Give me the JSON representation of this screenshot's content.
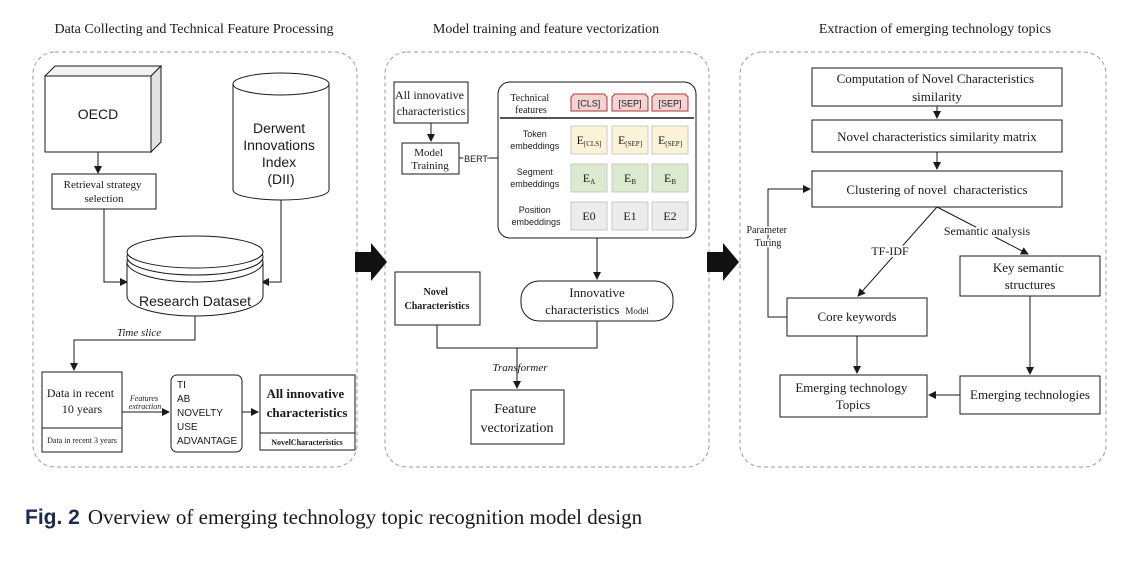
{
  "panels": {
    "left_title": "Data Collecting and Technical Feature Processing",
    "middle_title": "Model training and feature vectorization",
    "right_title": "Extraction of emerging technology topics"
  },
  "left": {
    "oecd": "OECD",
    "derwent_l1": "Derwent",
    "derwent_l2": "Innovations",
    "derwent_l3": "Index",
    "derwent_l4": "(DII)",
    "retrieval_l1": "Retrieval strategy",
    "retrieval_l2": "selection",
    "research_dataset": "Research Dataset",
    "time_slice": "Time slice",
    "recent10_l1": "Data in recent",
    "recent10_l2": "10 years",
    "recent3": "Data in recent 3 years",
    "features_l1": "Features",
    "features_l2": "extraction",
    "fields": [
      "TI",
      "AB",
      "NOVELTY",
      "USE",
      "ADVANTAGE"
    ],
    "all_innov_l1": "All innovative",
    "all_innov_l2": "characteristics",
    "novel_chars": "NovelCharacteristics"
  },
  "middle": {
    "all_innov_l1": "All innovative",
    "all_innov_l2": "characteristics",
    "model_training_l1": "Model",
    "model_training_l2": "Training",
    "bert": "BERT",
    "tech_features_l1": "Technical",
    "tech_features_l2": "features",
    "tokens": [
      "[CLS]",
      "[SEP]",
      "[SEP]"
    ],
    "token_emb_l1": "Token",
    "token_emb_l2": "embeddings",
    "token_cells": [
      [
        "E",
        "[CLS]"
      ],
      [
        "E",
        "[SEP]"
      ],
      [
        "E",
        "[SEP]"
      ]
    ],
    "segment_emb_l1": "Segment",
    "segment_emb_l2": "embeddings",
    "segment_cells": [
      [
        "E",
        "A"
      ],
      [
        "E",
        "B"
      ],
      [
        "E",
        "B"
      ]
    ],
    "position_emb_l1": "Position",
    "position_emb_l2": "embeddings",
    "position_cells": [
      "E0",
      "E1",
      "E2"
    ],
    "novel_l1": "Novel",
    "novel_l2": "Characteristics",
    "icm_l1": "Innovative",
    "icm_l2a": "characteristics",
    "icm_l2b": "Model",
    "transformer": "Transformer",
    "fv_l1": "Feature",
    "fv_l2": "vectorization"
  },
  "right": {
    "computation_l1": "Computation of Novel Characteristics",
    "computation_l2": "similarity",
    "matrix": "Novel characteristics similarity matrix",
    "clustering": "Clustering of novel  characteristics",
    "param_l1": "Parameter",
    "param_l2": "Turing",
    "tfidf": "TF-IDF",
    "semantic": "Semantic analysis",
    "key_sem_l1": "Key semantic",
    "key_sem_l2": "structures",
    "core_kw": "Core keywords",
    "emerging_topics_l1": "Emerging technology",
    "emerging_topics_l2": "Topics",
    "emerging_tech": "Emerging technologies"
  },
  "caption": {
    "label": "Fig. 2",
    "text": "Overview of emerging technology topic recognition model design"
  },
  "colors": {
    "token_fill": "#fdf3d8",
    "segment_fill": "#dcebcf",
    "position_fill": "#ececec",
    "tag_fill": "#f4d3d3",
    "tag_stroke": "#b03434",
    "ink": "#1a1a1a"
  }
}
